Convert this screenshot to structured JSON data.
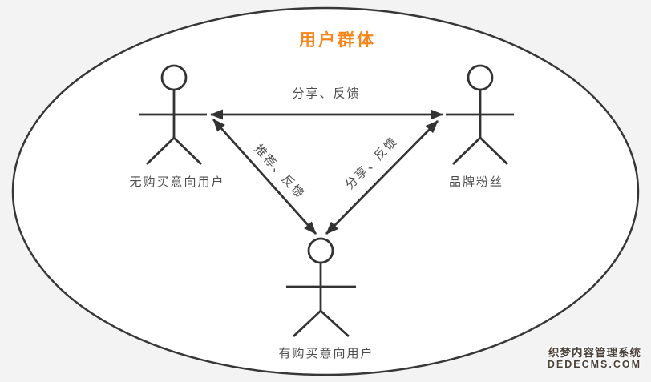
{
  "title": "用户群体",
  "colors": {
    "title": "#F6861B",
    "line": "#333333",
    "label_text": "#4d4d4d",
    "canvas_background": "#f3f3f3",
    "ellipse_fill": "#ffffff"
  },
  "actors": [
    {
      "id": "no-purchase-intent-user",
      "label": "无购买意向用户"
    },
    {
      "id": "brand-fans",
      "label": "品牌粉丝"
    },
    {
      "id": "purchase-intent-user",
      "label": "有购买意向用户"
    }
  ],
  "relations": [
    {
      "id": "top-edge",
      "label": "分享、反馈",
      "from": "无购买意向用户",
      "to": "品牌粉丝",
      "direction": "bidirectional"
    },
    {
      "id": "left-edge",
      "label": "推荐、反馈",
      "from": "无购买意向用户",
      "to": "有购买意向用户",
      "direction": "bidirectional"
    },
    {
      "id": "right-edge",
      "label": "分享、反馈",
      "from": "品牌粉丝",
      "to": "有购买意向用户",
      "direction": "bidirectional"
    }
  ],
  "watermark": {
    "line1": "织梦内容管理系统",
    "line2": "DEDECMS.COM"
  }
}
